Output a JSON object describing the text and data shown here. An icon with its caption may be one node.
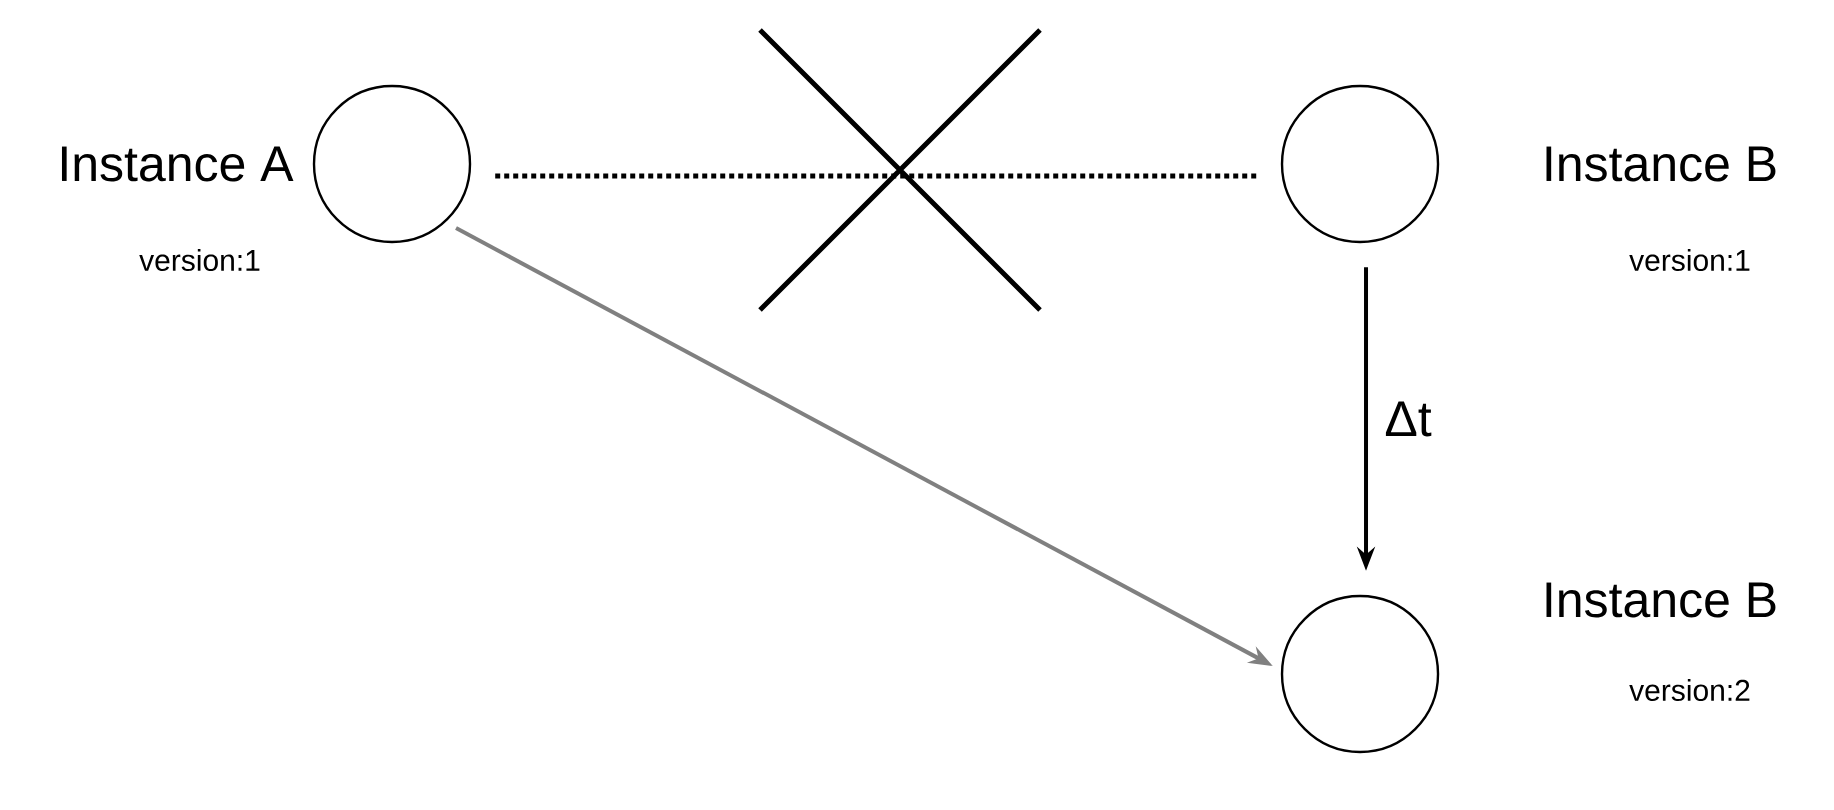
{
  "diagram": {
    "nodes": [
      {
        "text": [
          "Instance A"
        ]
      },
      {
        "text": [
          "Instance B"
        ]
      },
      {
        "text": [
          "Instance B"
        ]
      }
    ],
    "edges": [
      {
        "from": 0,
        "to": 1,
        "arrow": "none",
        "style": "dashed"
      },
      {
        "from": 1,
        "to": 2,
        "arrow": "to",
        "label": "Δt"
      },
      {
        "from": 0,
        "to": 2,
        "arrow": "to",
        "color": "#808080"
      }
    ],
    "labels": [
      "version:1",
      "version:1",
      "version:2"
    ]
  }
}
